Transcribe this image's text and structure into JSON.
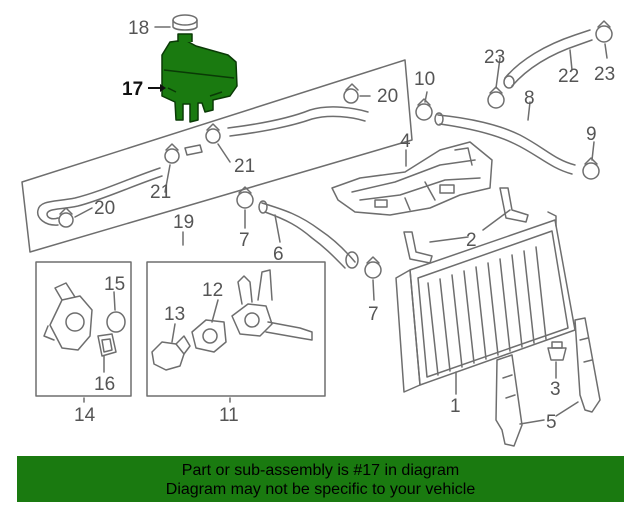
{
  "colors": {
    "highlight": "#1a7a10",
    "line": "#6e6e6e",
    "banner_bg": "#1a7a10"
  },
  "highlighted_part": "17",
  "callouts": {
    "c1": "1",
    "c2": "2",
    "c3": "3",
    "c4": "4",
    "c5": "5",
    "c6": "6",
    "c7a": "7",
    "c7b": "7",
    "c8": "8",
    "c9": "9",
    "c10": "10",
    "c11": "11",
    "c12": "12",
    "c13": "13",
    "c14": "14",
    "c15": "15",
    "c16": "16",
    "c17": "17",
    "c18": "18",
    "c19": "19",
    "c20a": "20",
    "c20b": "20",
    "c21a": "21",
    "c21b": "21",
    "c22": "22",
    "c23a": "23",
    "c23b": "23"
  },
  "banner": {
    "line1": "Part or sub-assembly is #17 in diagram",
    "line2": "Diagram may not be specific to your vehicle"
  }
}
